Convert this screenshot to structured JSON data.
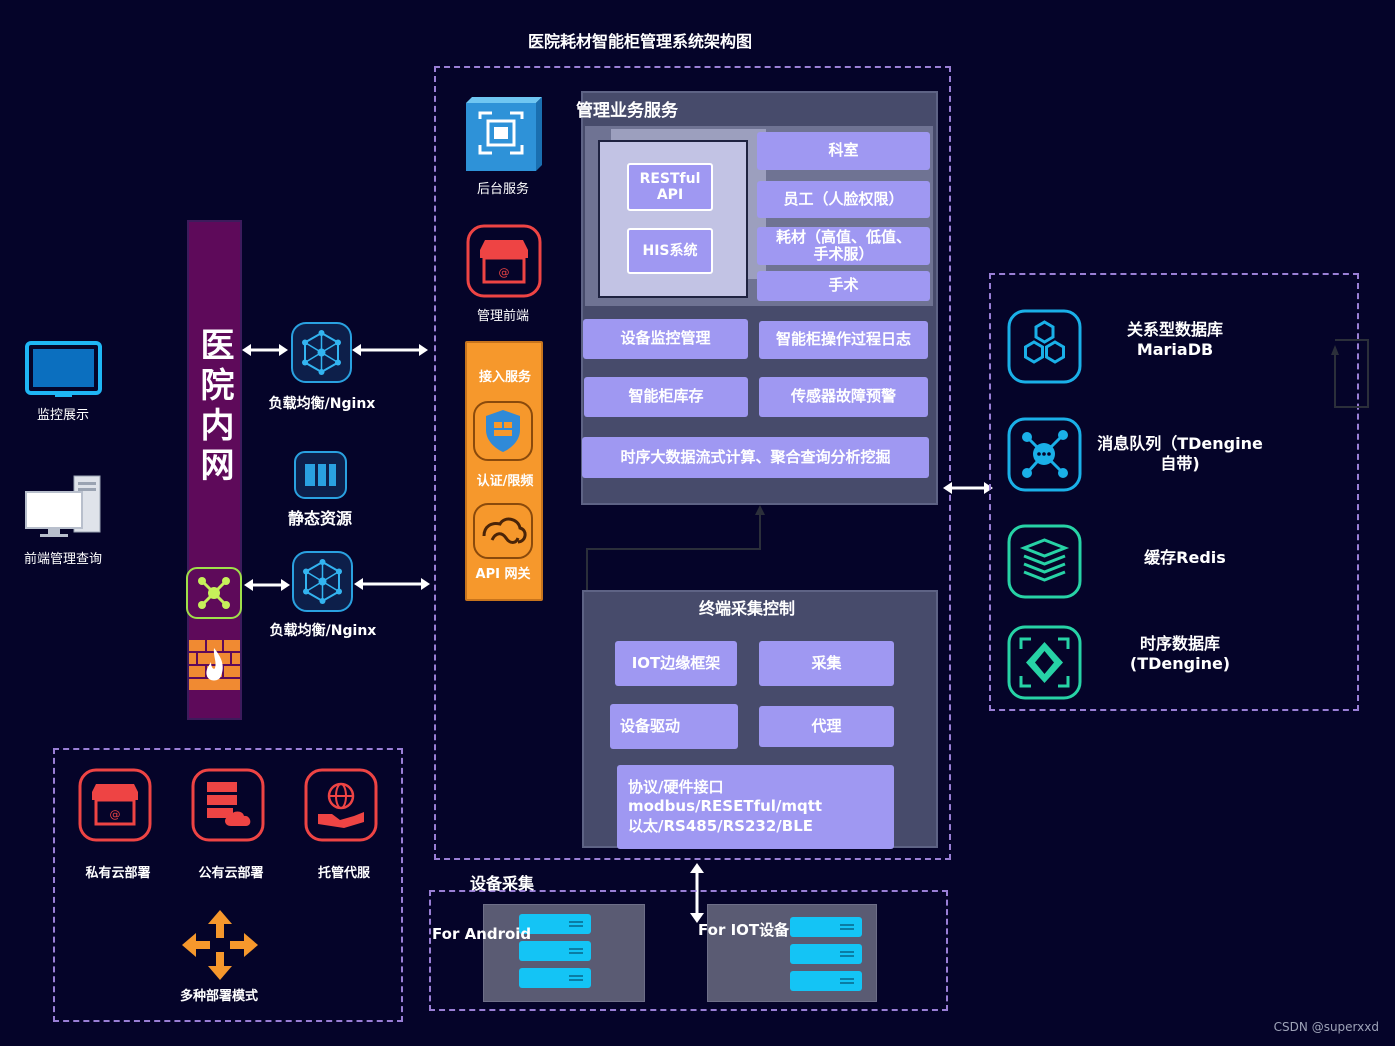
{
  "title": "医院耗材智能柜管理系统架构图",
  "left": {
    "monitor": "监控展示",
    "frontend_query": "前端管理查询",
    "intranet": "医院内网",
    "lb1": "负载均衡/Nginx",
    "lb2": "负载均衡/Nginx",
    "static": "静态资源"
  },
  "deploy": {
    "private": "私有云部署",
    "public": "公有云部署",
    "hosted": "托管代服",
    "multi": "多种部署模式"
  },
  "services_col": {
    "backend": "后台服务",
    "mgmt_frontend": "管理前端",
    "access": "接入服务",
    "auth": "认证/限频",
    "api_gateway": "API 网关"
  },
  "mgmt": {
    "title": "管理业务服务",
    "restful": "RESTful\nAPI",
    "his": "HIS系统",
    "dept": "科室",
    "staff": "员工（人脸权限）",
    "consumables": "耗材（高值、低值、\n手术服）",
    "surgery": "手术",
    "device_monitor": "设备监控管理",
    "op_log": "智能柜操作过程日志",
    "inventory": "智能柜库存",
    "sensor_alert": "传感器故障预警",
    "bigdata": "时序大数据流式计算、聚合查询分析挖掘"
  },
  "terminal": {
    "title": "终端采集控制",
    "iot_edge": "IOT边缘框架",
    "collect": "采集",
    "driver": "设备驱动",
    "proxy": "代理",
    "protocol": "协议/硬件接口\nmodbus/RESETful/mqtt\n以太/RS485/RS232/BLE"
  },
  "device": {
    "title": "设备采集",
    "android": "For Android",
    "iot": "For IOT设备"
  },
  "storage": {
    "rdb": "关系型数据库\nMariaDB",
    "mq": "消息队列（TDengine\n自带)",
    "cache": "缓存Redis",
    "tsdb": "时序数据库\n(TDengine)"
  },
  "footer": "CSDN @superxxd"
}
